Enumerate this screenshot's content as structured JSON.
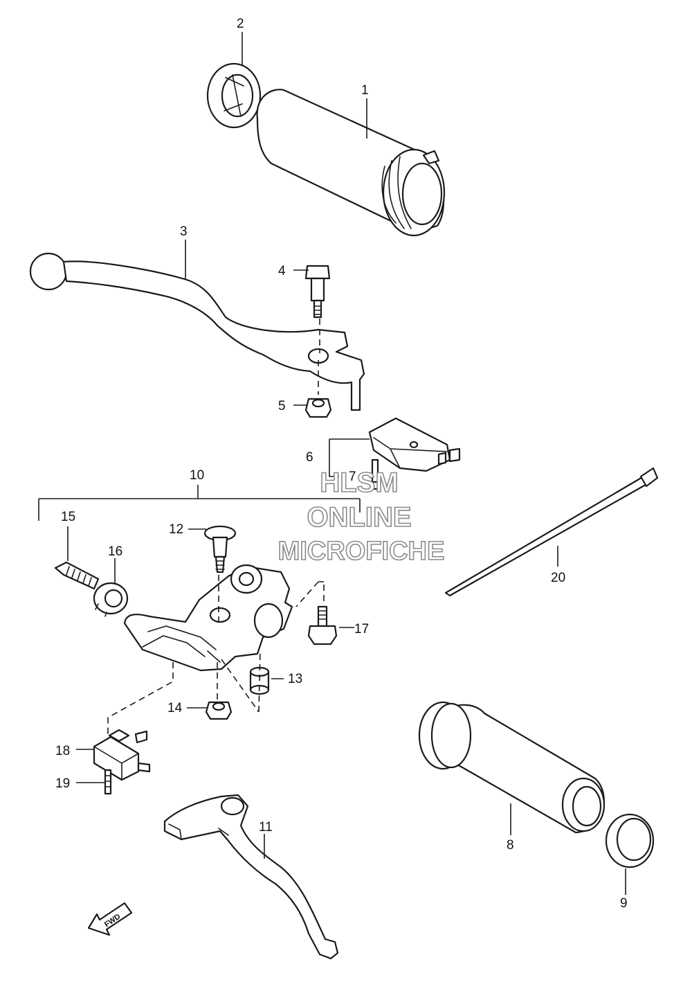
{
  "callouts": {
    "p1": "1",
    "p2": "2",
    "p3": "3",
    "p4": "4",
    "p5": "5",
    "p6": "6",
    "p7": "7",
    "p8": "8",
    "p9": "9",
    "p10": "10",
    "p11": "11",
    "p12": "12",
    "p13": "13",
    "p14": "14",
    "p15": "15",
    "p16": "16",
    "p17": "17",
    "p18": "18",
    "p19": "19",
    "p20": "20"
  },
  "watermark": {
    "line1": "HLSM",
    "line2": "ONLINE",
    "line3": "MICROFICHE"
  },
  "direction_arrow": {
    "label": "FWD"
  },
  "colors": {
    "line": "#1a1a1a",
    "watermark_outline": "#8a8a8a",
    "background": "#ffffff"
  }
}
